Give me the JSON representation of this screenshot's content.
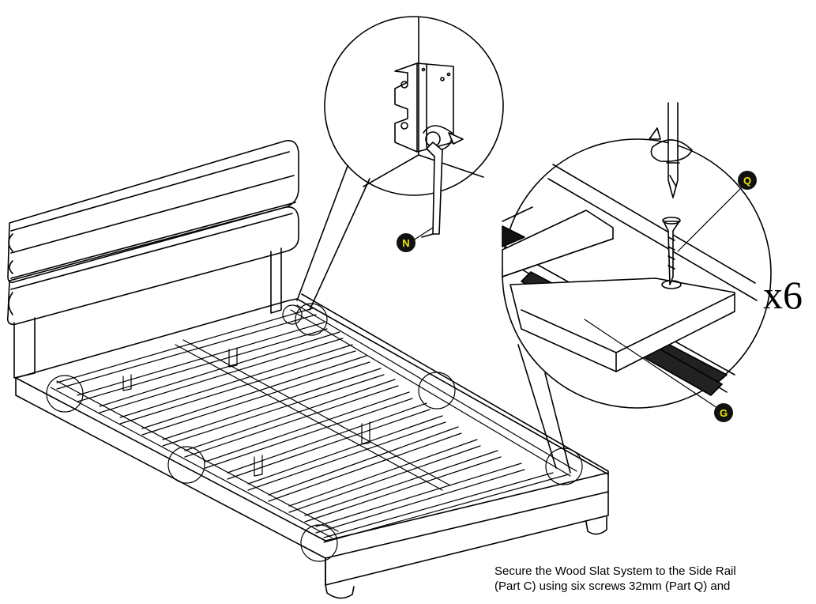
{
  "callouts": {
    "allen_key": "N",
    "screw": "Q",
    "slat_system": "G"
  },
  "quantity_label": "x6",
  "instruction": {
    "line1": "Secure the Wood Slat System to the Side Rail",
    "line2": "(Part C) using six screws 32mm (Part Q) and"
  },
  "colors": {
    "ink": "#000000",
    "paper": "#ffffff",
    "callout_fill": "#111111",
    "callout_text": "#f2e600"
  }
}
